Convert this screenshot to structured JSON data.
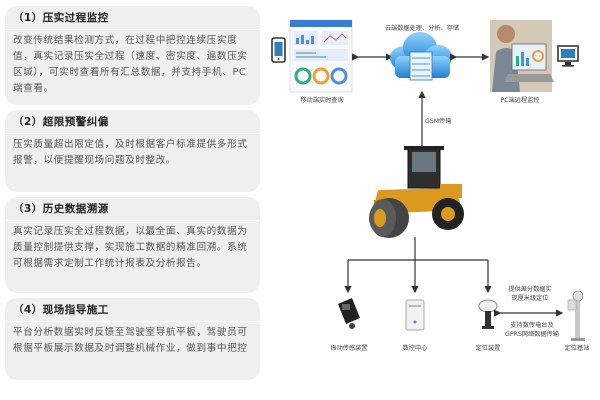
{
  "cards": [
    {
      "title": "（1）压实过程监控",
      "body": "改变传统结果检测方式，在过程中把控连续压实度值，真实记录压实全过程（速度、密实度、遍数压实区域），可实时查看所有汇总数据，并支持手机、PC端查看。"
    },
    {
      "title": "（2）超限预警纠偏",
      "body": "压实质量超出限定值，及时根据客户标准提供多形式报警，以便提醒现场问题及时整改。"
    },
    {
      "title": "（3）历史数据溯源",
      "body": "真实记录压实全过程数据，以最全面、真实的数据为质量控制提供支撑，实现施工数据的精准回溯。系统可根据需求定制工作统计报表及分析报告。"
    },
    {
      "title": "（4）现场指导施工",
      "body": "平台分析数据实时反馈至驾驶室导航平板，驾驶员可根据平板展示数据及时调整机械作业，做到事中把控"
    }
  ],
  "diagram": {
    "cloud_label": "云端数据处理、分析、存储",
    "mobile_label": "移动端实时查询",
    "pc_label": "PC端远程监控",
    "gsm_label": "GSM传输",
    "sensor_label": "振动传感装置",
    "data_center_label": "数控中心",
    "positioning_label": "定位装置",
    "station_label": "定位基站",
    "diff_label_1": "提供差分数据实",
    "diff_label_2": "现厘米级定位",
    "radio_label_1": "支持数传电台及",
    "radio_label_2": "GPRS网络数据传输"
  },
  "colors": {
    "card_bg": "#efefef",
    "roller_yellow": "#d99a1f",
    "cloud_blue": "#3aa0e0"
  }
}
